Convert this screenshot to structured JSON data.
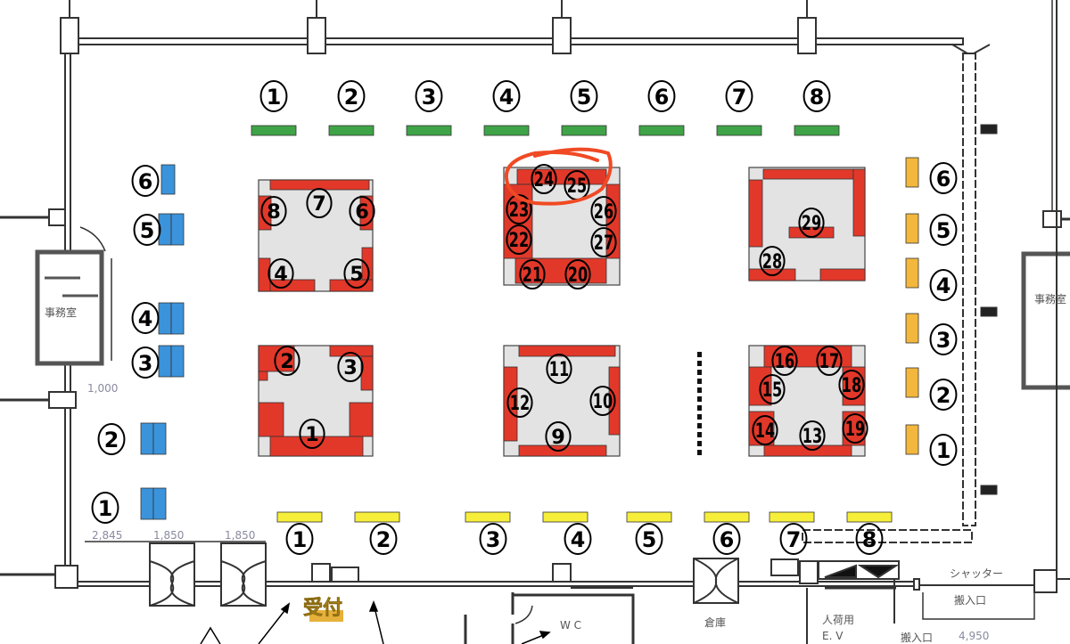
{
  "title": "会場レイアウト",
  "colors": {
    "top_booth": "#3fa447",
    "bottom_booth": "#f7ee3a",
    "left_booth": "#3b93dc",
    "right_booth": "#f2b73c",
    "island_booth": "#e2382a",
    "island_floor": "#e3e3e3",
    "highlight": "#f04a24",
    "reception": "#e6b13a"
  },
  "top_booths": [
    "1",
    "2",
    "3",
    "4",
    "5",
    "6",
    "7",
    "8"
  ],
  "bottom_booths": [
    "1",
    "2",
    "3",
    "4",
    "5",
    "6",
    "7",
    "8"
  ],
  "left_booths": [
    "1",
    "2",
    "3",
    "4",
    "5",
    "6"
  ],
  "right_booths": [
    "1",
    "2",
    "3",
    "4",
    "5",
    "6"
  ],
  "islands": [
    {
      "name": "island-a",
      "booths": [
        "4",
        "5",
        "6",
        "7",
        "8"
      ]
    },
    {
      "name": "island-b",
      "booths": [
        "20",
        "21",
        "22",
        "23",
        "24",
        "25",
        "26",
        "27"
      ]
    },
    {
      "name": "island-c",
      "booths": [
        "28",
        "29"
      ]
    },
    {
      "name": "island-d",
      "booths": [
        "1",
        "2",
        "3"
      ]
    },
    {
      "name": "island-e",
      "booths": [
        "9",
        "10",
        "11",
        "12"
      ]
    },
    {
      "name": "island-f",
      "booths": [
        "13",
        "14",
        "15",
        "16",
        "17",
        "18",
        "19"
      ]
    }
  ],
  "highlighted_booths": [
    "24",
    "25"
  ],
  "labels": {
    "reception": "受付",
    "wc": "W C",
    "storage": "倉庫",
    "shutter": "シャッター",
    "loading_entrance": "搬入口",
    "freight_ev": "人荷用",
    "freight_ev2": "E. V",
    "loading_entrance2": "搬入口",
    "office_room": "事務室"
  },
  "dimensions": {
    "d1": "2,845",
    "d2": "1,850",
    "d3": "1,850",
    "d4": "1,000",
    "d5": "4,950"
  }
}
